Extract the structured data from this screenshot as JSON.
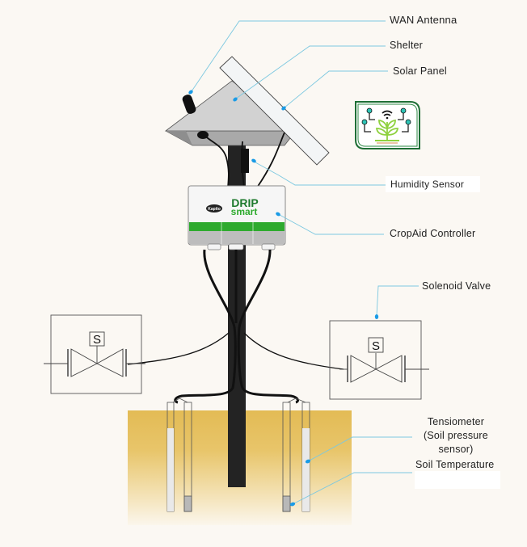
{
  "title": "DripSmart irrigation station diagram",
  "colors": {
    "background": "#fbf8f3",
    "leader_line": "#7cc8e0",
    "marker": "#1a9be6",
    "pole": "#232323",
    "brand_green": "#2eaa2e",
    "soil_top": "#e3bb55",
    "soil_bottom": "#fbf6ec"
  },
  "labels": {
    "wan_antenna": "WAN Antenna",
    "shelter": "Shelter",
    "solar_panel": "Solar Panel",
    "humidity_sensor": "Humidity Sensor",
    "cropaid_controller": "CropAid Controller",
    "solenoid_valve": "Solenoid Valve",
    "tensiometer_line1": "Tensiometer",
    "tensiometer_line2": "(Soil pressure",
    "tensiometer_line3": "sensor)",
    "soil_temperature": "Soil Temperature"
  },
  "controller": {
    "brand_top": "DRIP",
    "brand_bottom": "smart",
    "badge": "Kapito"
  },
  "valve": {
    "symbol": "S"
  },
  "logo": {
    "icon": "smart-farming-plant-icon"
  }
}
